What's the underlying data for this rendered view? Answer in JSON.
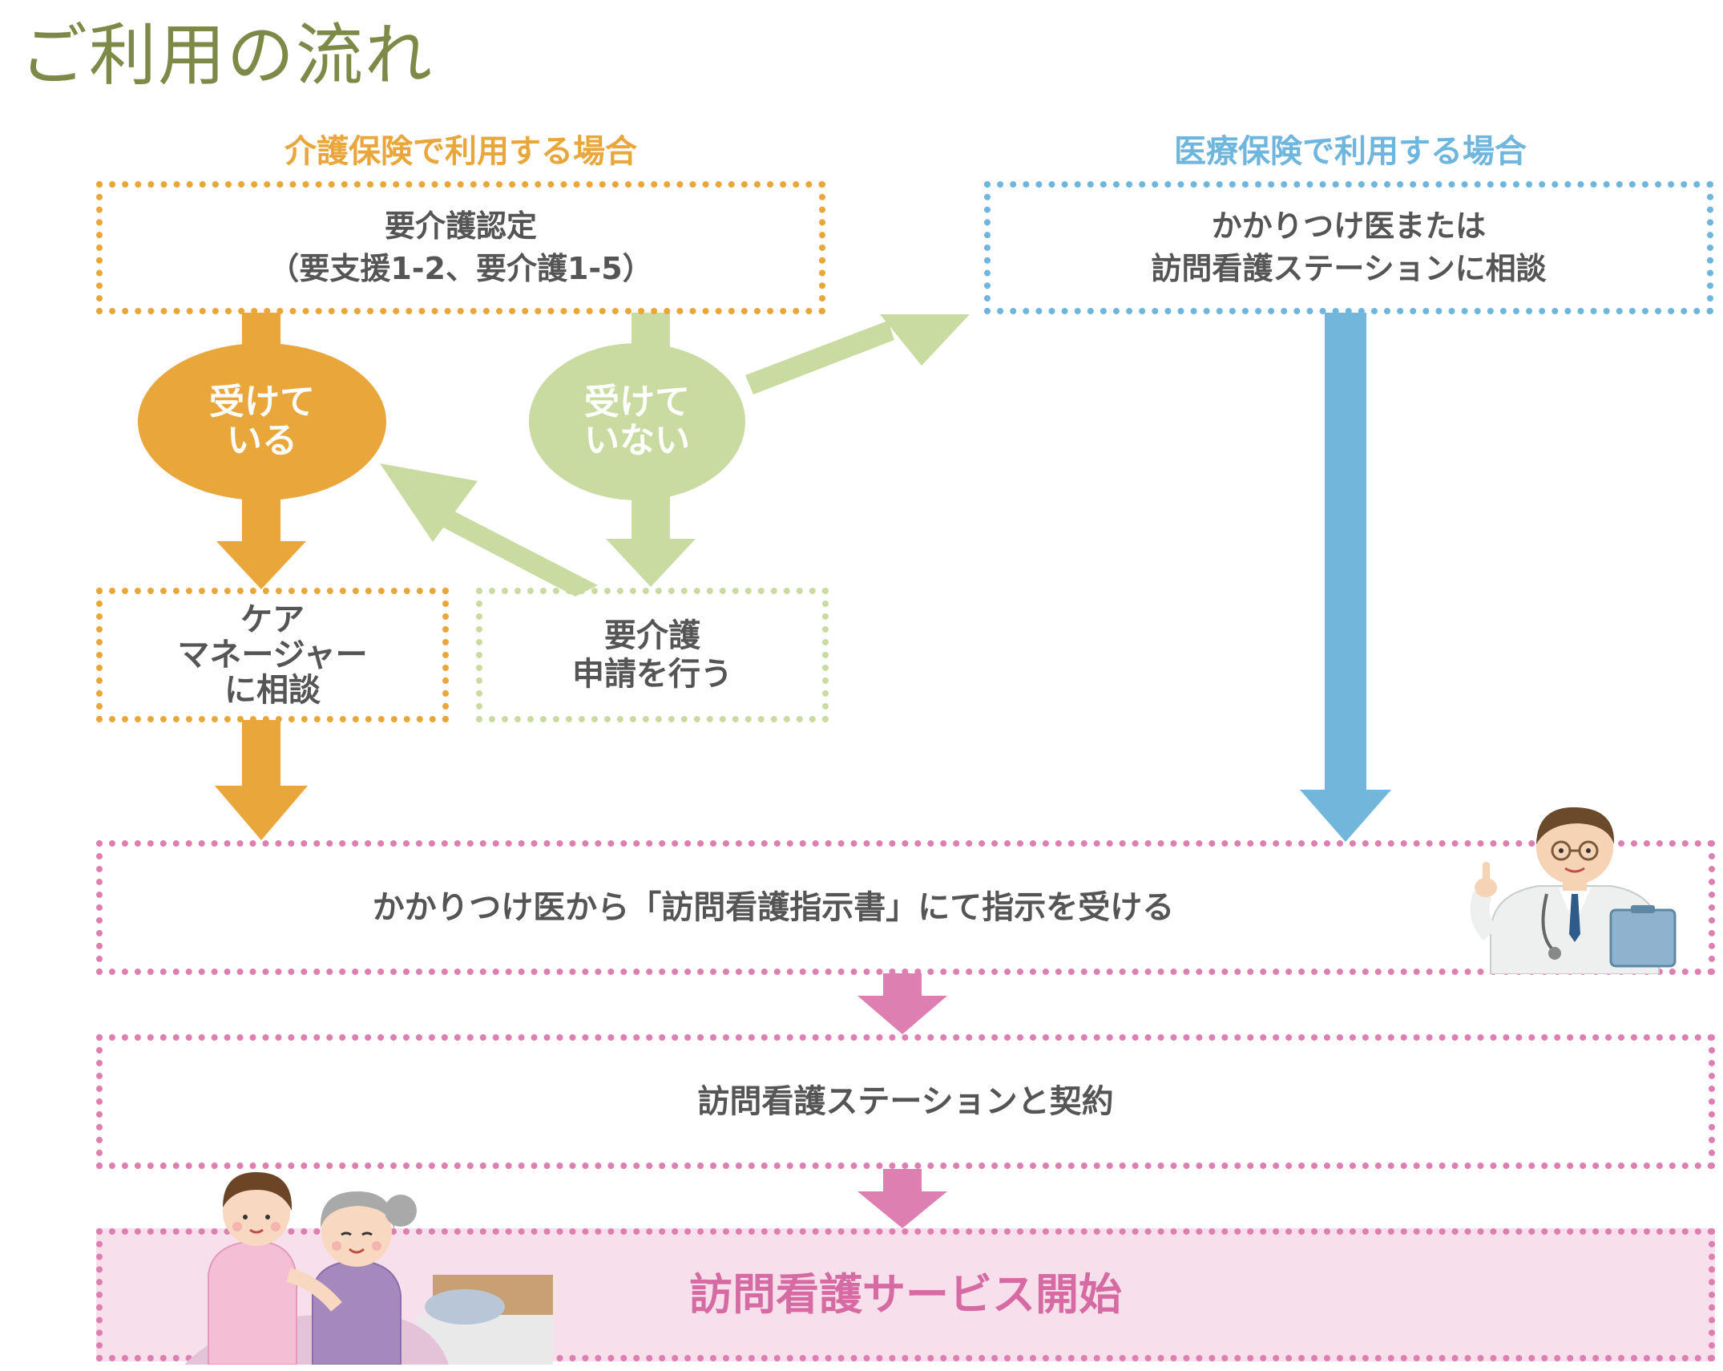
{
  "title": "ご利用の流れ",
  "headings": {
    "care_insurance": "介護保険で利用する場合",
    "medical_insurance": "医療保険で利用する場合"
  },
  "boxes": {
    "certification_line1": "要介護認定",
    "certification_line2": "（要支援1-2、要介護1-5）",
    "consult_doctor_line1": "かかりつけ医または",
    "consult_doctor_line2": "訪問看護ステーションに相談",
    "care_manager_line1": "ケア",
    "care_manager_line2": "マネージャー",
    "care_manager_line3": "に相談",
    "apply_line1": "要介護",
    "apply_line2": "申請を行う",
    "instruction": "かかりつけ医から「訪問看護指示書」にて指示を受ける",
    "contract": "訪問看護ステーションと契約",
    "start": "訪問看護サービス開始"
  },
  "circles": {
    "received_line1": "受けて",
    "received_line2": "いる",
    "not_received_line1": "受けて",
    "not_received_line2": "いない"
  },
  "colors": {
    "title": "#7d8a47",
    "orange": "#e9a63a",
    "green": "#c9dba0",
    "blue": "#6fb6de",
    "pink": "#dd7fb0",
    "pink_fill": "#f7dfeb",
    "pink_text": "#d66ba4"
  },
  "illustrations": [
    "doctor-illustration",
    "nurse-and-elderly-illustration"
  ]
}
